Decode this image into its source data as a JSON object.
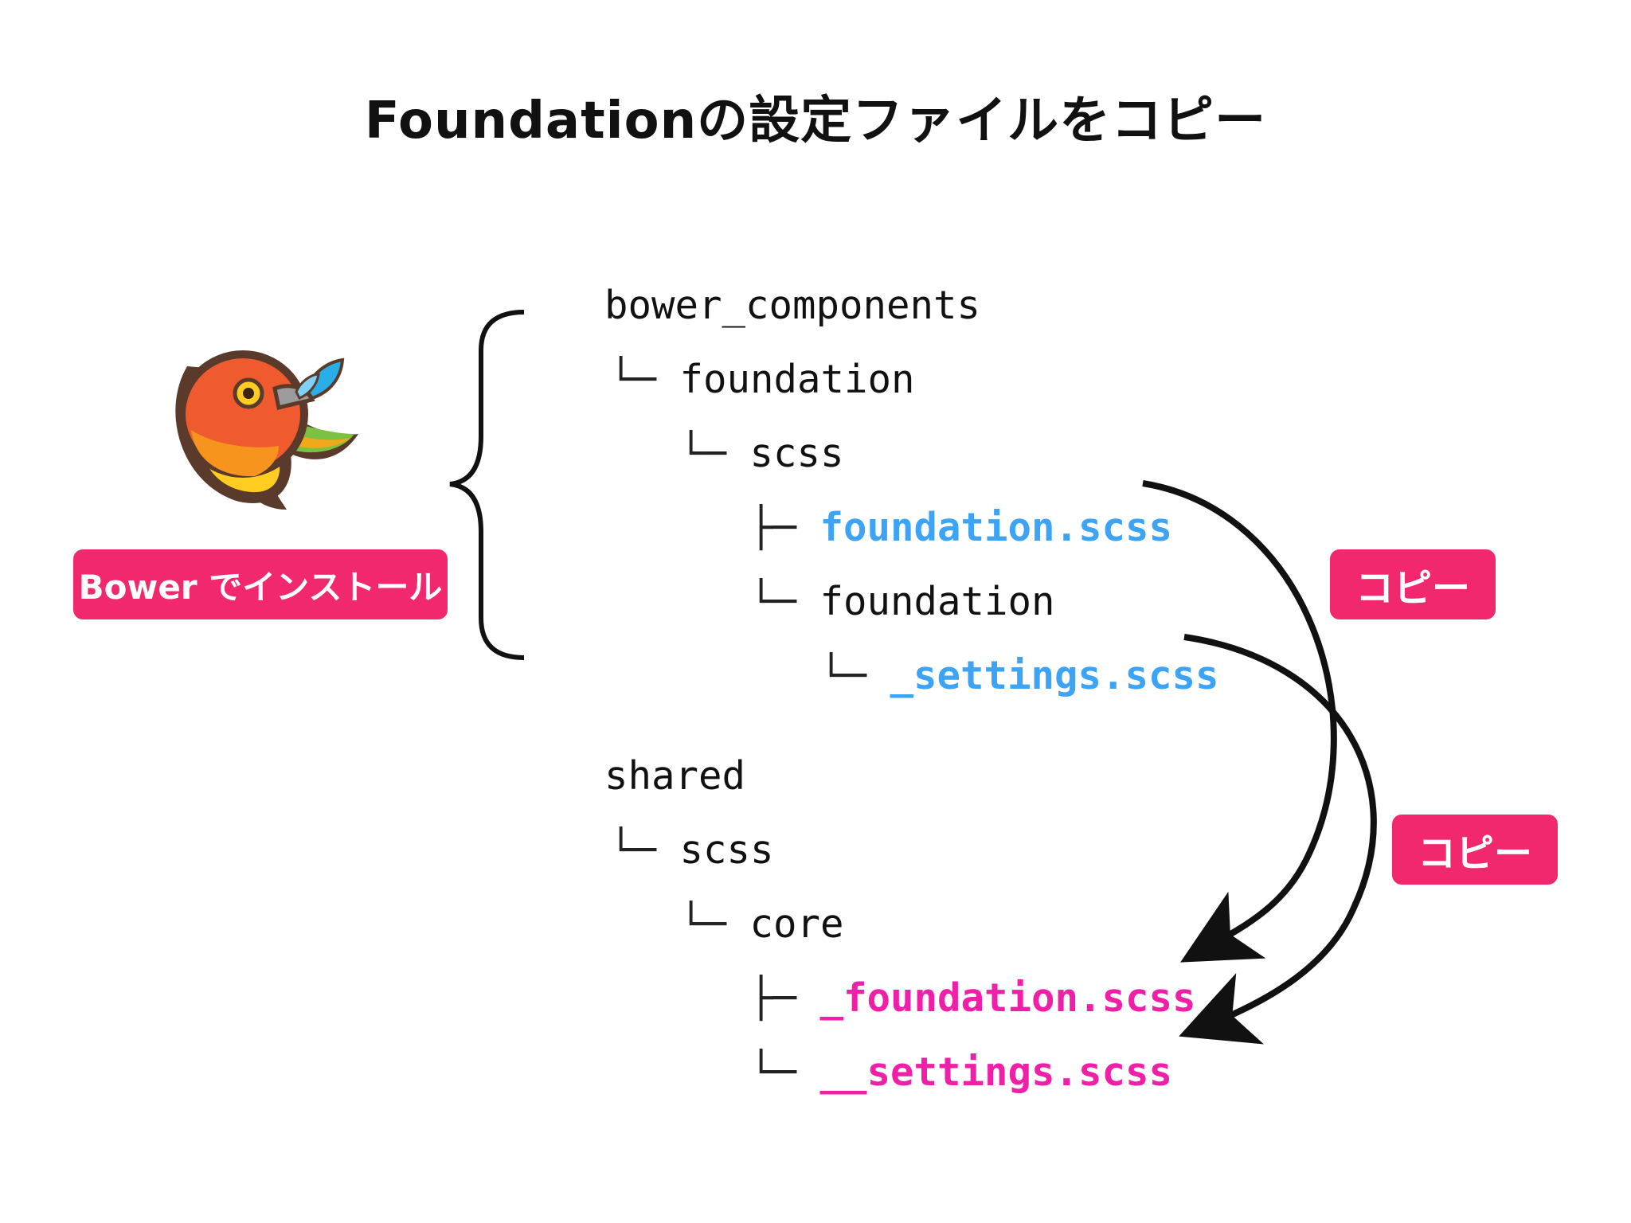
{
  "title": "Foundationの設定ファイルをコピー",
  "bower_badge": {
    "label": "Bower でインストール",
    "color": "#f2286e",
    "icon": "bower-bird-logo"
  },
  "copy_badges": [
    {
      "label": "コピー"
    },
    {
      "label": "コピー"
    }
  ],
  "tree": {
    "rows": [
      {
        "glyph": "",
        "name": "bower_components"
      },
      {
        "glyph": "└─",
        "name": "foundation"
      },
      {
        "glyph": "└─",
        "name": "scss"
      },
      {
        "glyph": "├─",
        "name": "foundation.scss"
      },
      {
        "glyph": "└─",
        "name": "foundation"
      },
      {
        "glyph": "└─",
        "name": "_settings.scss"
      },
      {
        "glyph": "",
        "name": "shared"
      },
      {
        "glyph": "└─",
        "name": "scss"
      },
      {
        "glyph": "└─",
        "name": "core"
      },
      {
        "glyph": "├─",
        "name": "_foundation.scss"
      },
      {
        "glyph": "└─",
        "name": "__settings.scss"
      }
    ]
  },
  "colors": {
    "source_file": "#3da3f5",
    "destination_file": "#ef1fa8",
    "arrow": "#111111"
  }
}
